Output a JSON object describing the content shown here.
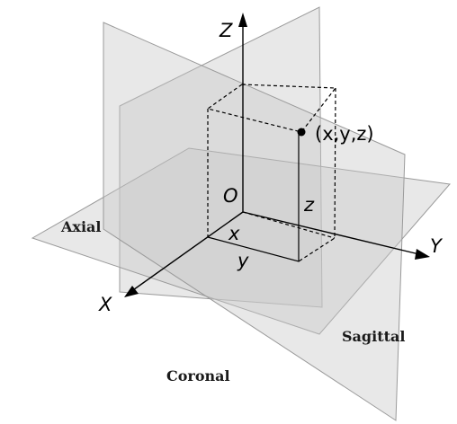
{
  "axes": {
    "x": "X",
    "y": "Y",
    "z": "Z"
  },
  "origin": "O",
  "point": {
    "label": "(x,y,z)"
  },
  "components": {
    "x": "x",
    "y": "y",
    "z": "z"
  },
  "planes": {
    "axial": "Axial",
    "coronal": "Coronal",
    "sagittal": "Sagittal"
  }
}
